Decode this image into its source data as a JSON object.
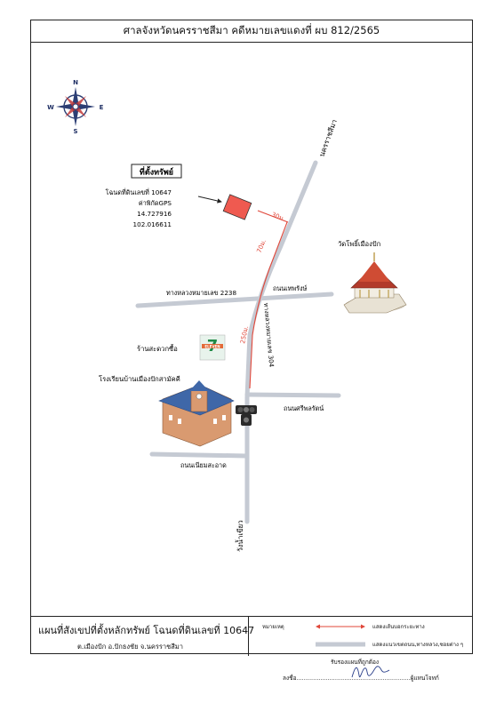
{
  "header": {
    "title": "ศาลจังหวัดนครราชสีมา คดีหมายเลขแดงที่ ผบ 812/2565"
  },
  "compass": {
    "n": "N",
    "s": "S",
    "e": "E",
    "w": "W"
  },
  "property": {
    "heading": "ที่ตั้งทรัพย์",
    "deed": "โฉนดที่ดินเลขที่ 10647",
    "gps_label": "ค่าพิกัดGPS",
    "lat": "14.727916",
    "lon": "102.016611"
  },
  "distances": {
    "d30": "30ม.",
    "d70": "70ม.",
    "d250": "250ม."
  },
  "roads": {
    "nakhon": "นครราชสีมา",
    "hw2238": "ทางหลวงหมายเลข 2238",
    "thep": "ถนนเทพรังษ์",
    "hw304": "ทางหลวงหมายเลข 304",
    "sri": "ถนนศรีพลรัตน์",
    "niam": "ถนนเนียมสะอาด",
    "wang": "วังน้ำเขียว"
  },
  "landmarks": {
    "temple": "วัดโพธิ์เมืองปัก",
    "store": "ร้านสะดวกซื้อ",
    "school": "โรงเรียนบ้านเมืองปักสามัคคี",
    "eleven": "ELEVEN",
    "seven": "7"
  },
  "footer": {
    "title": "แผนที่สังเขปที่ตั้งหลักทรัพย์ โฉนดที่ดินเลขที่ 10647",
    "sub": "ต.เมืองปัก อ.ปักธงชัย จ.นครราชสีมา"
  },
  "legend": {
    "heading": "หมายเหตุ",
    "distance": "แสดงเส้นบอกระยะทาง",
    "road": "แสดงแนวเขตถนน,ทางหลวง,ซอยต่าง ๆ"
  },
  "signature": {
    "cert": "รับรองแผนที่ถูกต้อง",
    "sign_label": "ลงชื่อ",
    "dots": "..............................................................",
    "role": "ผู้แทนโจทก์"
  },
  "colors": {
    "road": "#c5cad3",
    "accent": "#e0473a",
    "property": "#ef5a50"
  }
}
